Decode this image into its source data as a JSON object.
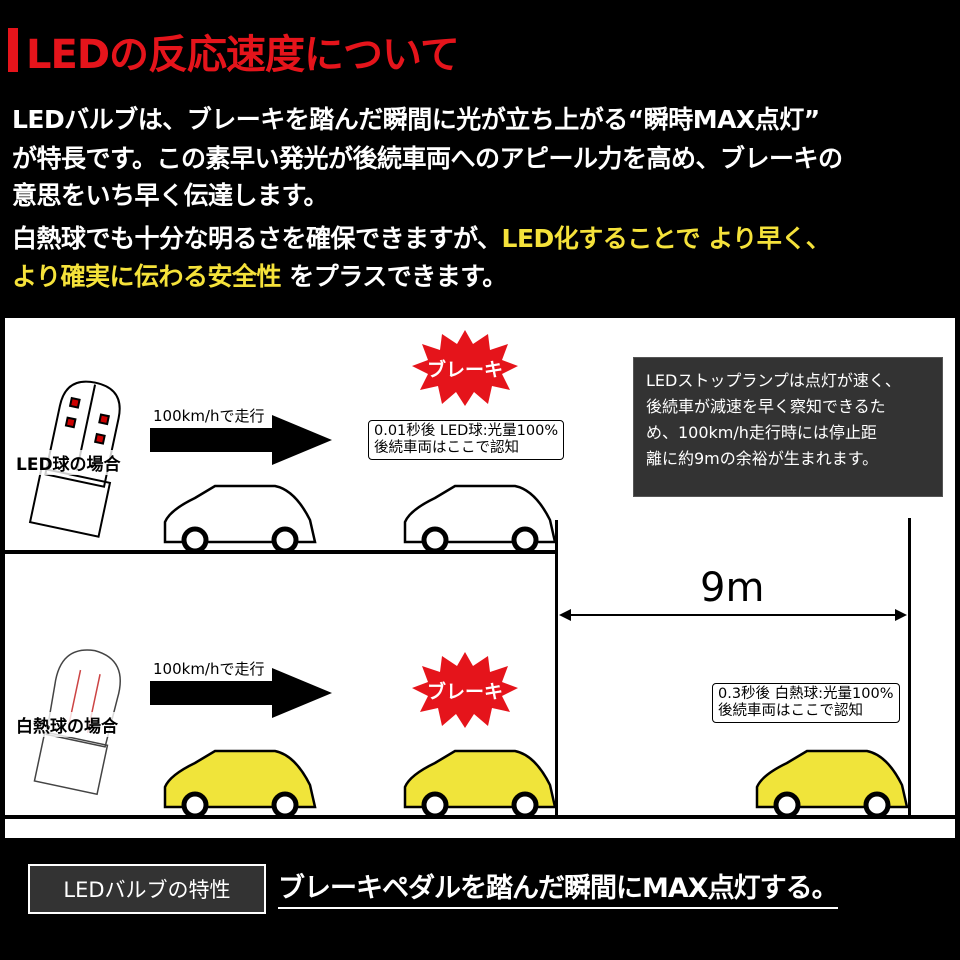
{
  "header": {
    "title": "LEDの反応速度について"
  },
  "intro": {
    "line1": "LEDバルブは、ブレーキを踏んだ瞬間に光が立ち上がる“瞬時MAX点灯”",
    "line2": "が特長です。この素早い発光が後続車両へのアピール力を高め、ブレーキの",
    "line3": "意思をいち早く伝達します。",
    "line4a": "白熱球でも十分な明るさを確保できますが、",
    "line4b": "LED化することで より早く、",
    "line5a": "より確実に伝わる安全性",
    "line5b": " をプラスできます。"
  },
  "diagram": {
    "led_label": "LED球の場合",
    "incandescent_label": "白熱球の場合",
    "speed_label_top": "100km/hで走行",
    "speed_label_bottom": "100km/hで走行",
    "brake_top": "ブレーキ",
    "brake_bottom": "ブレーキ",
    "callout_led_1": "0.01秒後 LED球:光量100%",
    "callout_led_2": "後続車両はここで認知",
    "callout_inc_1": "0.3秒後 白熱球:光量100%",
    "callout_inc_2": "後続車両はここで認知",
    "distance": "9m",
    "info_lines": [
      "LEDストップランプは点灯が速く、",
      "後続車が減速を早く察知できるた",
      "め、100km/h走行時には停止距",
      "離に約9mの余裕が生まれます。"
    ],
    "colors": {
      "led_car": "#ffffff",
      "inc_car": "#f0e43a",
      "brake": "#e5141b"
    }
  },
  "footer": {
    "badge": "LEDバルブの特性",
    "tagline": "ブレーキペダルを踏んだ瞬間にMAX点灯する。"
  }
}
